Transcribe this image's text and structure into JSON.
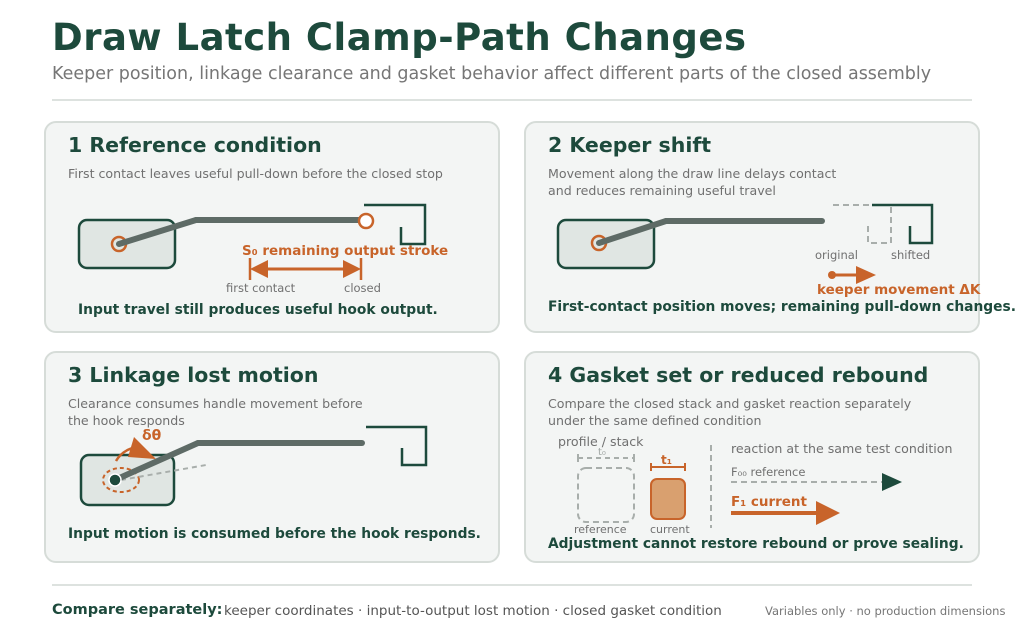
{
  "header": {
    "title": "Draw Latch Clamp-Path Changes",
    "subtitle": "Keeper position, linkage clearance and gasket behavior affect different parts of the closed assembly"
  },
  "colors": {
    "dark_green": "#1d4a3c",
    "link_gray_green": "#5e6b66",
    "orange": "#c8642a",
    "panel_bg": "#f3f5f4",
    "panel_border": "#d6dcd8",
    "gasket_fill": "#d9a06f"
  },
  "panels": [
    {
      "title": "1 Reference condition",
      "desc": "First contact leaves useful pull-down before the closed stop",
      "label_stroke": "S₀ remaining output stroke",
      "label_first_contact": "first contact",
      "label_closed": "closed",
      "footer": "Input travel still produces useful hook output."
    },
    {
      "title": "2 Keeper shift",
      "desc": "Movement along the draw line delays contact\nand reduces remaining useful travel",
      "label_original": "original",
      "label_shifted": "shifted",
      "label_movement": "keeper movement ΔK",
      "footer": "First-contact position moves; remaining pull-down changes."
    },
    {
      "title": "3 Linkage lost motion",
      "desc": "Clearance consumes handle movement before\nthe hook responds",
      "label_angle": "δθ",
      "footer": "Input motion is consumed before the hook responds."
    },
    {
      "title": "4 Gasket set or reduced rebound",
      "desc": "Compare the closed stack and gasket reaction separately\nunder the same defined condition",
      "label_profile": "profile / stack",
      "label_t0": "t₀",
      "label_t1": "t₁",
      "label_reference": "reference",
      "label_current": "current",
      "label_reaction": "reaction at the same test condition",
      "label_fg0": "F₀₀ reference",
      "label_fg1": "F₁ current",
      "footer": "Adjustment cannot restore rebound or prove sealing."
    }
  ],
  "footer": {
    "strong": "Compare separately:",
    "items": "keeper coordinates · input-to-output lost motion · closed gasket condition",
    "note": "Variables only · no production dimensions"
  }
}
